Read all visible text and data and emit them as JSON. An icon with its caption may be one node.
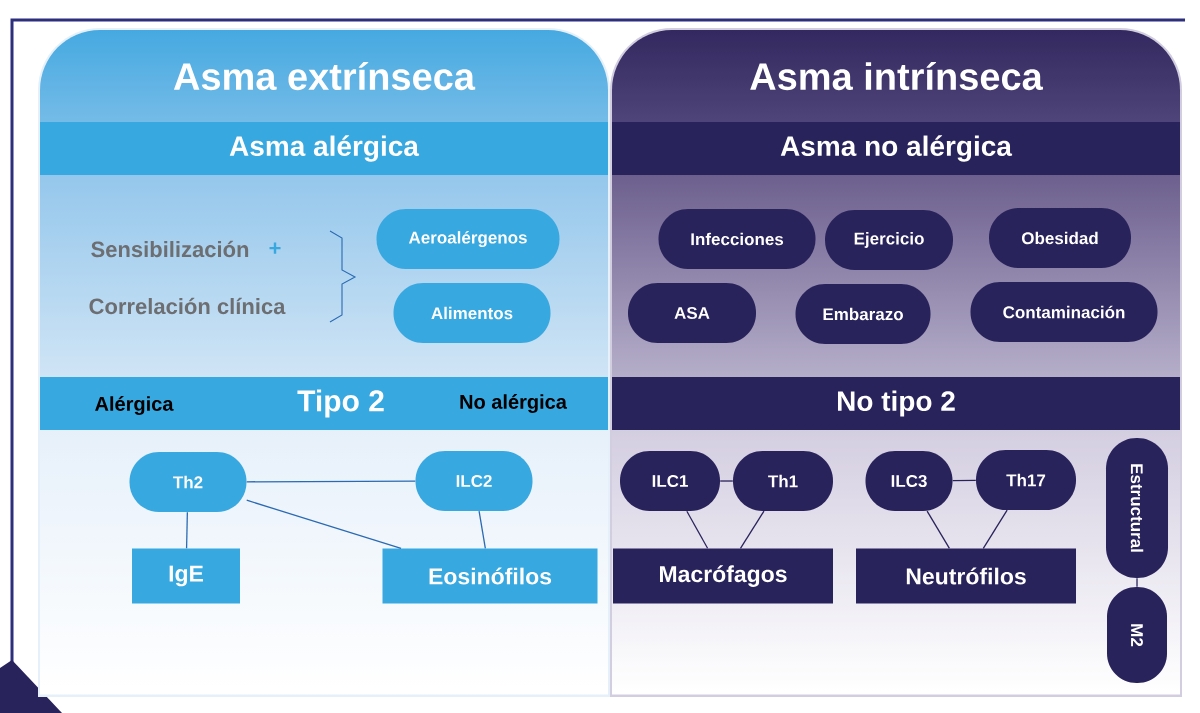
{
  "diagram": {
    "nodes": [
      {
        "text": [
          "Asma extrínseca"
        ]
      },
      {
        "text": [
          "Asma alérgica"
        ],
        "in": 0
      },
      {
        "text": [
          "Aeroalérgenos"
        ],
        "in": 0
      },
      {
        "text": [
          "Alimentos"
        ],
        "in": 0
      },
      {
        "text": [
          "Alérgica",
          "Tipo 2",
          "No alérgica"
        ],
        "in": 0
      },
      {
        "text": [
          "Th2"
        ],
        "in": 0
      },
      {
        "text": [
          "ILC2"
        ],
        "in": 0
      },
      {
        "text": [
          "IgE"
        ],
        "in": 0
      },
      {
        "text": [
          "Eosinófilos"
        ],
        "in": 0
      },
      {
        "text": [
          "Asma intrínseca"
        ]
      },
      {
        "text": [
          "Asma no alérgica"
        ],
        "in": 9
      },
      {
        "text": [
          "Infecciones"
        ],
        "in": 9
      },
      {
        "text": [
          "Ejercicio"
        ],
        "in": 9
      },
      {
        "text": [
          "Obesidad"
        ],
        "in": 9
      },
      {
        "text": [
          "ASA"
        ],
        "in": 9
      },
      {
        "text": [
          "Embarazo"
        ],
        "in": 9
      },
      {
        "text": [
          "Contaminación"
        ],
        "in": 9
      },
      {
        "text": [
          "No tipo 2"
        ],
        "in": 9
      },
      {
        "text": [
          "ILC1"
        ],
        "in": 9
      },
      {
        "text": [
          "Th1"
        ],
        "in": 9
      },
      {
        "text": [
          "ILC3"
        ],
        "in": 9
      },
      {
        "text": [
          "Th17"
        ],
        "in": 9
      },
      {
        "text": [
          "Estructural"
        ],
        "in": 9
      },
      {
        "text": [
          "Macrófagos"
        ],
        "in": 9
      },
      {
        "text": [
          "Neutrófilos"
        ],
        "in": 9
      },
      {
        "text": [
          "M2"
        ],
        "in": 9
      }
    ],
    "edges": [
      {
        "from": 5,
        "to": 6,
        "arrow": "none",
        "color": "#2a6ab3"
      },
      {
        "from": 5,
        "to": 7,
        "arrow": "none",
        "color": "#2a6ab3"
      },
      {
        "from": 5,
        "to": 8,
        "arrow": "none",
        "color": "#2a6ab3"
      },
      {
        "from": 6,
        "to": 8,
        "arrow": "none",
        "color": "#2a6ab3"
      },
      {
        "from": 18,
        "to": 19,
        "arrow": "none"
      },
      {
        "from": 18,
        "to": 23,
        "arrow": "none"
      },
      {
        "from": 19,
        "to": 23,
        "arrow": "none"
      },
      {
        "from": 20,
        "to": 21,
        "arrow": "none"
      },
      {
        "from": 20,
        "to": 24,
        "arrow": "none"
      },
      {
        "from": 21,
        "to": 24,
        "arrow": "none"
      },
      {
        "from": 22,
        "to": 25,
        "arrow": "none"
      }
    ],
    "labels": [
      "Sensibilización",
      "+",
      "Correlación clínica"
    ]
  }
}
